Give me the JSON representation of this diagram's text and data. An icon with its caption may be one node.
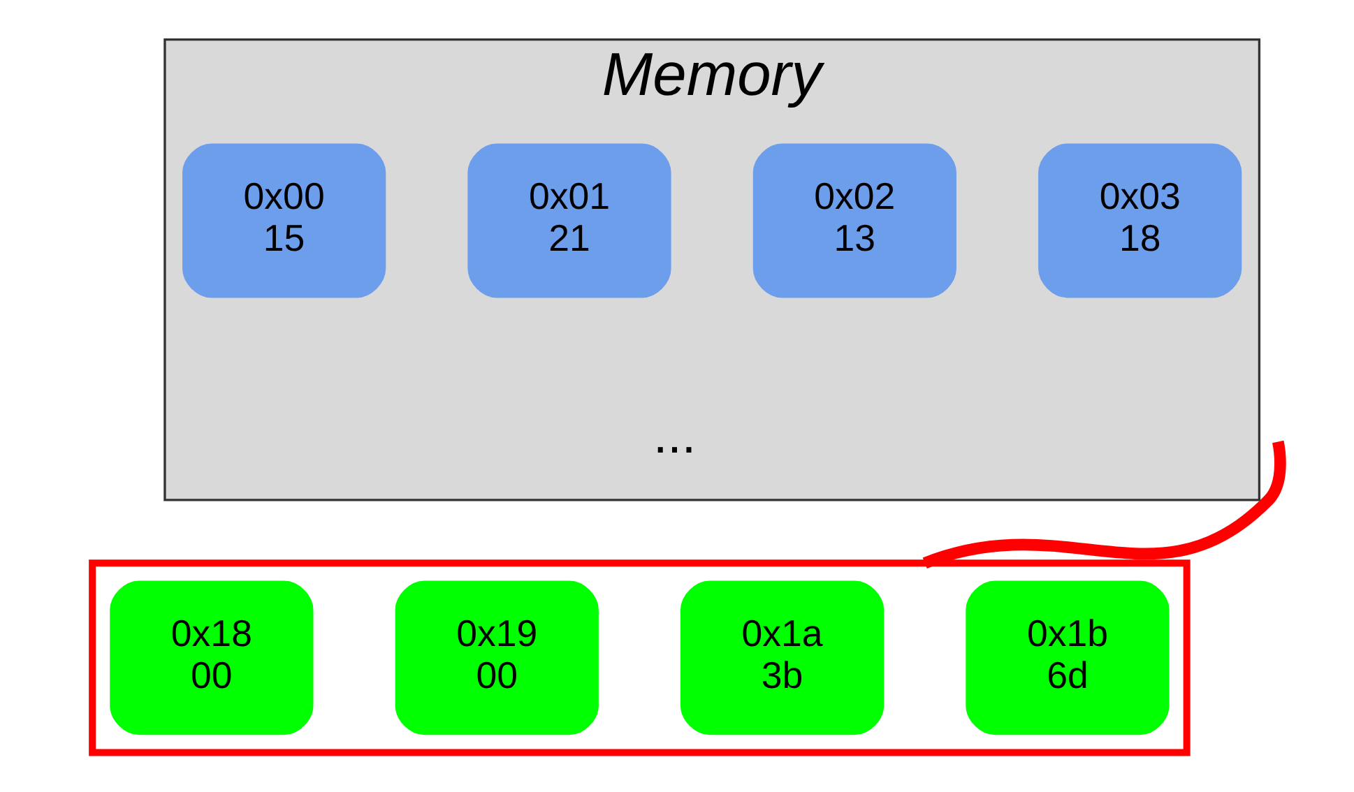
{
  "diagram": {
    "nodes": [
      {
        "text": [
          "Memory"
        ]
      },
      {
        "text": [
          "0x00",
          "15"
        ],
        "in": 0
      },
      {
        "text": [
          "0x01",
          "21"
        ],
        "in": 0
      },
      {
        "text": [
          "0x02",
          "13"
        ],
        "in": 0
      },
      {
        "text": [
          "0x03",
          "18"
        ],
        "in": 0
      },
      {
        "text": [],
        "shape": "box"
      },
      {
        "text": [
          "0x18",
          "00"
        ],
        "in": 5
      },
      {
        "text": [
          "0x19",
          "00"
        ],
        "in": 5
      },
      {
        "text": [
          "0x1a",
          "3b"
        ],
        "in": 5
      },
      {
        "text": [
          "0x1b",
          "6d"
        ],
        "in": 5
      }
    ],
    "edges": [
      {
        "from": null,
        "to": 5,
        "arrow": "none",
        "color": "#ff0000"
      }
    ],
    "labels": [
      "..."
    ]
  }
}
